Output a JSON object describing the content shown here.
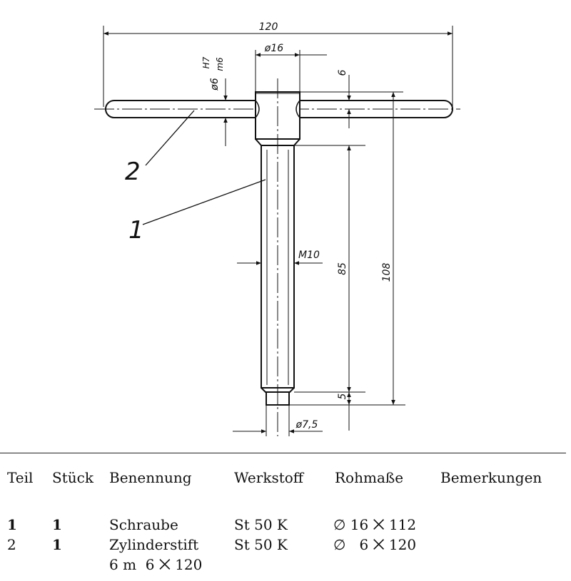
{
  "drawing": {
    "dimensions": {
      "overall_width": "120",
      "handle_fit": "ø6",
      "handle_fit_upper": "H7",
      "handle_fit_lower": "m6",
      "head_diameter": "ø16",
      "head_height": "6",
      "thread": "M10",
      "shaft_length": "85",
      "total_length": "108",
      "end_length": "5",
      "end_diameter": "ø7,5"
    },
    "callouts": {
      "part_1": "1",
      "part_2": "2"
    }
  },
  "parts_table": {
    "headers": {
      "teil": "Teil",
      "stueck": "Stück",
      "benennung": "Benennung",
      "werkstoff": "Werkstoff",
      "rohmasse": "Rohmaße",
      "bemerkungen": "Bemerkungen"
    },
    "rows": [
      {
        "teil": "1",
        "stueck": "1",
        "benennung": "Schraube",
        "werkstoff": "St 50 K",
        "rohmasse": "∅ 16 ⨉ 112"
      },
      {
        "teil": "2",
        "stueck": "1",
        "benennung": "Zylinderstift",
        "benennung_2": "6 m  6 ⨉ 120",
        "werkstoff": "St 50 K",
        "rohmasse": "∅   6 ⨉ 120"
      }
    ]
  }
}
